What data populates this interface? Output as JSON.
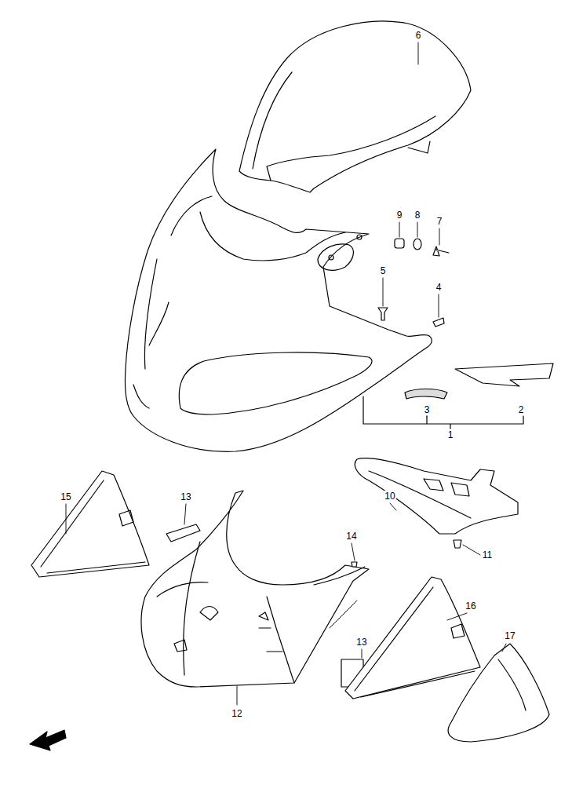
{
  "diagram": {
    "labels": [
      "6",
      "9",
      "8",
      "7",
      "5",
      "4",
      "3",
      "2",
      "1",
      "15",
      "13",
      "10",
      "14",
      "11",
      "16",
      "13",
      "12",
      "17"
    ]
  }
}
